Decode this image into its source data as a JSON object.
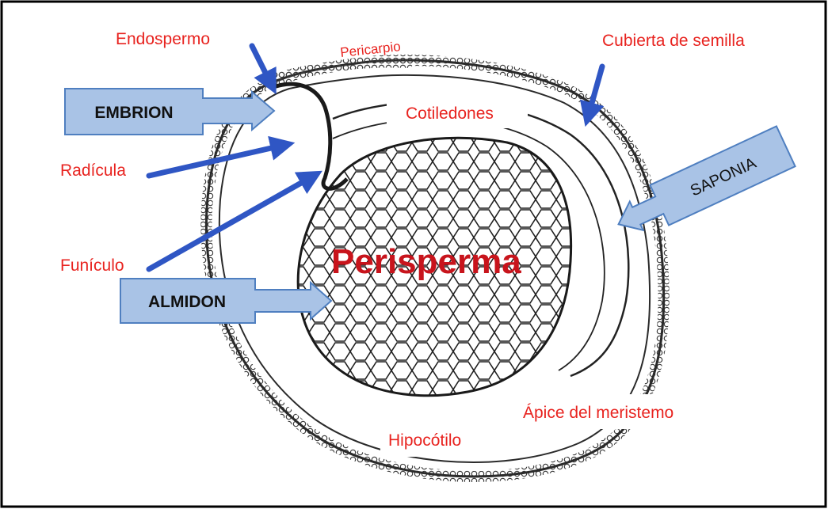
{
  "labels": {
    "endospermo": "Endospermo",
    "pericarpio": "Pericarpio",
    "cubierta": "Cubierta de semilla",
    "cotiledones": "Cotiledones",
    "radicula": "Radícula",
    "funiculo": "Funículo",
    "perisperma": "Perisperma",
    "apice": "Ápice del meristemo",
    "hipocotilo": "Hipocótilo"
  },
  "boxes": {
    "embrion": "EMBRION",
    "almidon": "ALMIDON",
    "saponia": "SAPONIA"
  },
  "colors": {
    "label_red": "#e8231f",
    "arrow_blue": "#2f56c4",
    "box_fill": "#a9c3e6",
    "box_stroke": "#4f7fc0",
    "seed_coat": "#2a2a2a"
  }
}
